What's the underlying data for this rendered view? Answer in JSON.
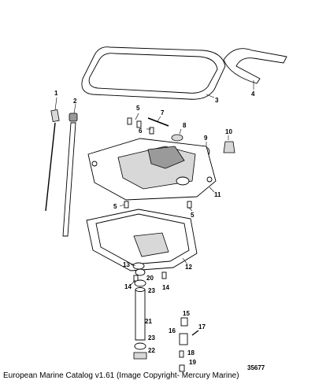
{
  "callouts": [
    "1",
    "2",
    "3",
    "4",
    "5",
    "6",
    "7",
    "8",
    "9",
    "10",
    "11",
    "5",
    "5",
    "12",
    "13",
    "14",
    "20",
    "14",
    "23",
    "21",
    "15",
    "16",
    "17",
    "23",
    "22",
    "18",
    "19"
  ],
  "reference_number": "35677",
  "caption": "European Marine Catalog v1.61 (Image Copyright- Mercury Marine)"
}
